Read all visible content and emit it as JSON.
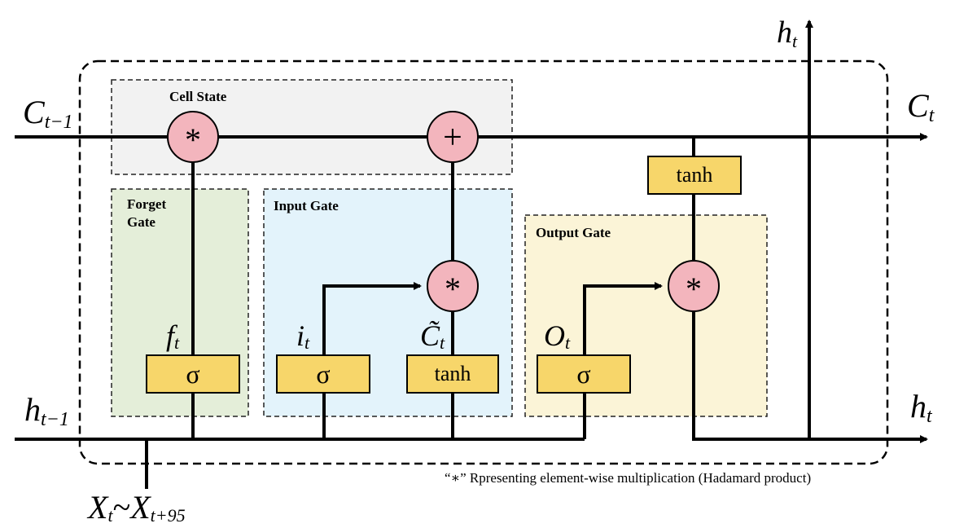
{
  "regions": {
    "cell_state": "Cell State",
    "forget_gate_line1": "Forget",
    "forget_gate_line2": "Gate",
    "input_gate": "Input Gate",
    "output_gate": "Output Gate"
  },
  "inputs_outputs": {
    "c_prev_main": "C",
    "c_prev_sub": "t−1",
    "c_next_main": "C",
    "c_next_sub": "t",
    "h_prev_main": "h",
    "h_prev_sub": "t−1",
    "h_next_main": "h",
    "h_next_sub": "t",
    "h_top_main": "h",
    "h_top_sub": "t",
    "x_main_1": "X",
    "x_sub_1": "t",
    "x_tilde": "~",
    "x_main_2": "X",
    "x_sub_2": "t+95"
  },
  "gate_labels": {
    "f_main": "f",
    "f_sub": "t",
    "i_main": "i",
    "i_sub": "t",
    "ctilde_main": "C̃",
    "ctilde_sub": "t",
    "o_main": "O",
    "o_sub": "t"
  },
  "boxes": {
    "sigma_forget": "σ",
    "sigma_input": "σ",
    "tanh_input": "tanh",
    "sigma_output": "σ",
    "tanh_output": "tanh"
  },
  "operators": {
    "mult_forget": "*",
    "add_cell": "+",
    "mult_input": "*",
    "mult_output": "*"
  },
  "footnote": "“∗” Rpresenting element-wise multiplication (Hadamard product)",
  "colors": {
    "cell_state_bg": "#f2f2f2",
    "forget_bg": "#e4eed9",
    "input_bg": "#e3f3fb",
    "output_bg": "#fbf4d7",
    "box_fill": "#f7d66a",
    "op_fill": "#f3b5bd"
  }
}
